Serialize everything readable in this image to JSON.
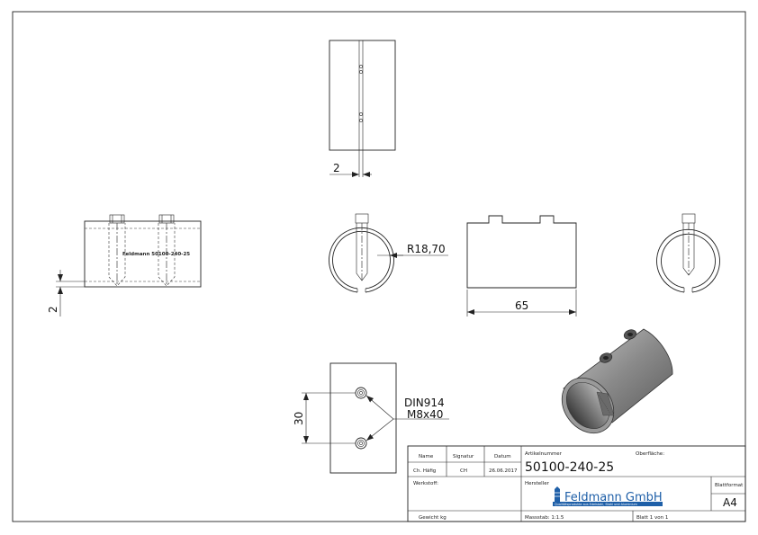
{
  "dimensions": {
    "gap_top": "2",
    "gap_left": "2",
    "radius": "R18,70",
    "length": "65",
    "hole_spacing": "30",
    "screw_norm": "DIN914",
    "screw_size": "M8x40"
  },
  "engraving": "Feldmann 50100-240-25",
  "title_block": {
    "name_label": "Name",
    "signature_label": "Signatur",
    "date_label": "Datum",
    "name_value": "Ch. Häfig",
    "signature_value": "CH",
    "date_value": "26.06.2017",
    "article_label": "Artikelnummer",
    "article_value": "50100-240-25",
    "surface_label": "Oberfläche:",
    "material_label": "Werkstoff:",
    "manufacturer_label": "Hersteller",
    "logo_text": "Feldmann GmbH",
    "logo_subtext": "Qualitätsprodukte aus Edelstahl, Stahl und Aluminium",
    "format_label": "Blattformat",
    "format_value": "A4",
    "weight_label": "Gewicht  kg",
    "scale_label": "Massstab: 1:1.5",
    "sheet_label": "Blatt 1 von 1"
  },
  "colors": {
    "line": "#222222",
    "logo_blue": "#1e5fa8",
    "part_dark": "#4a4a4a",
    "part_light": "#a0a0a0"
  }
}
